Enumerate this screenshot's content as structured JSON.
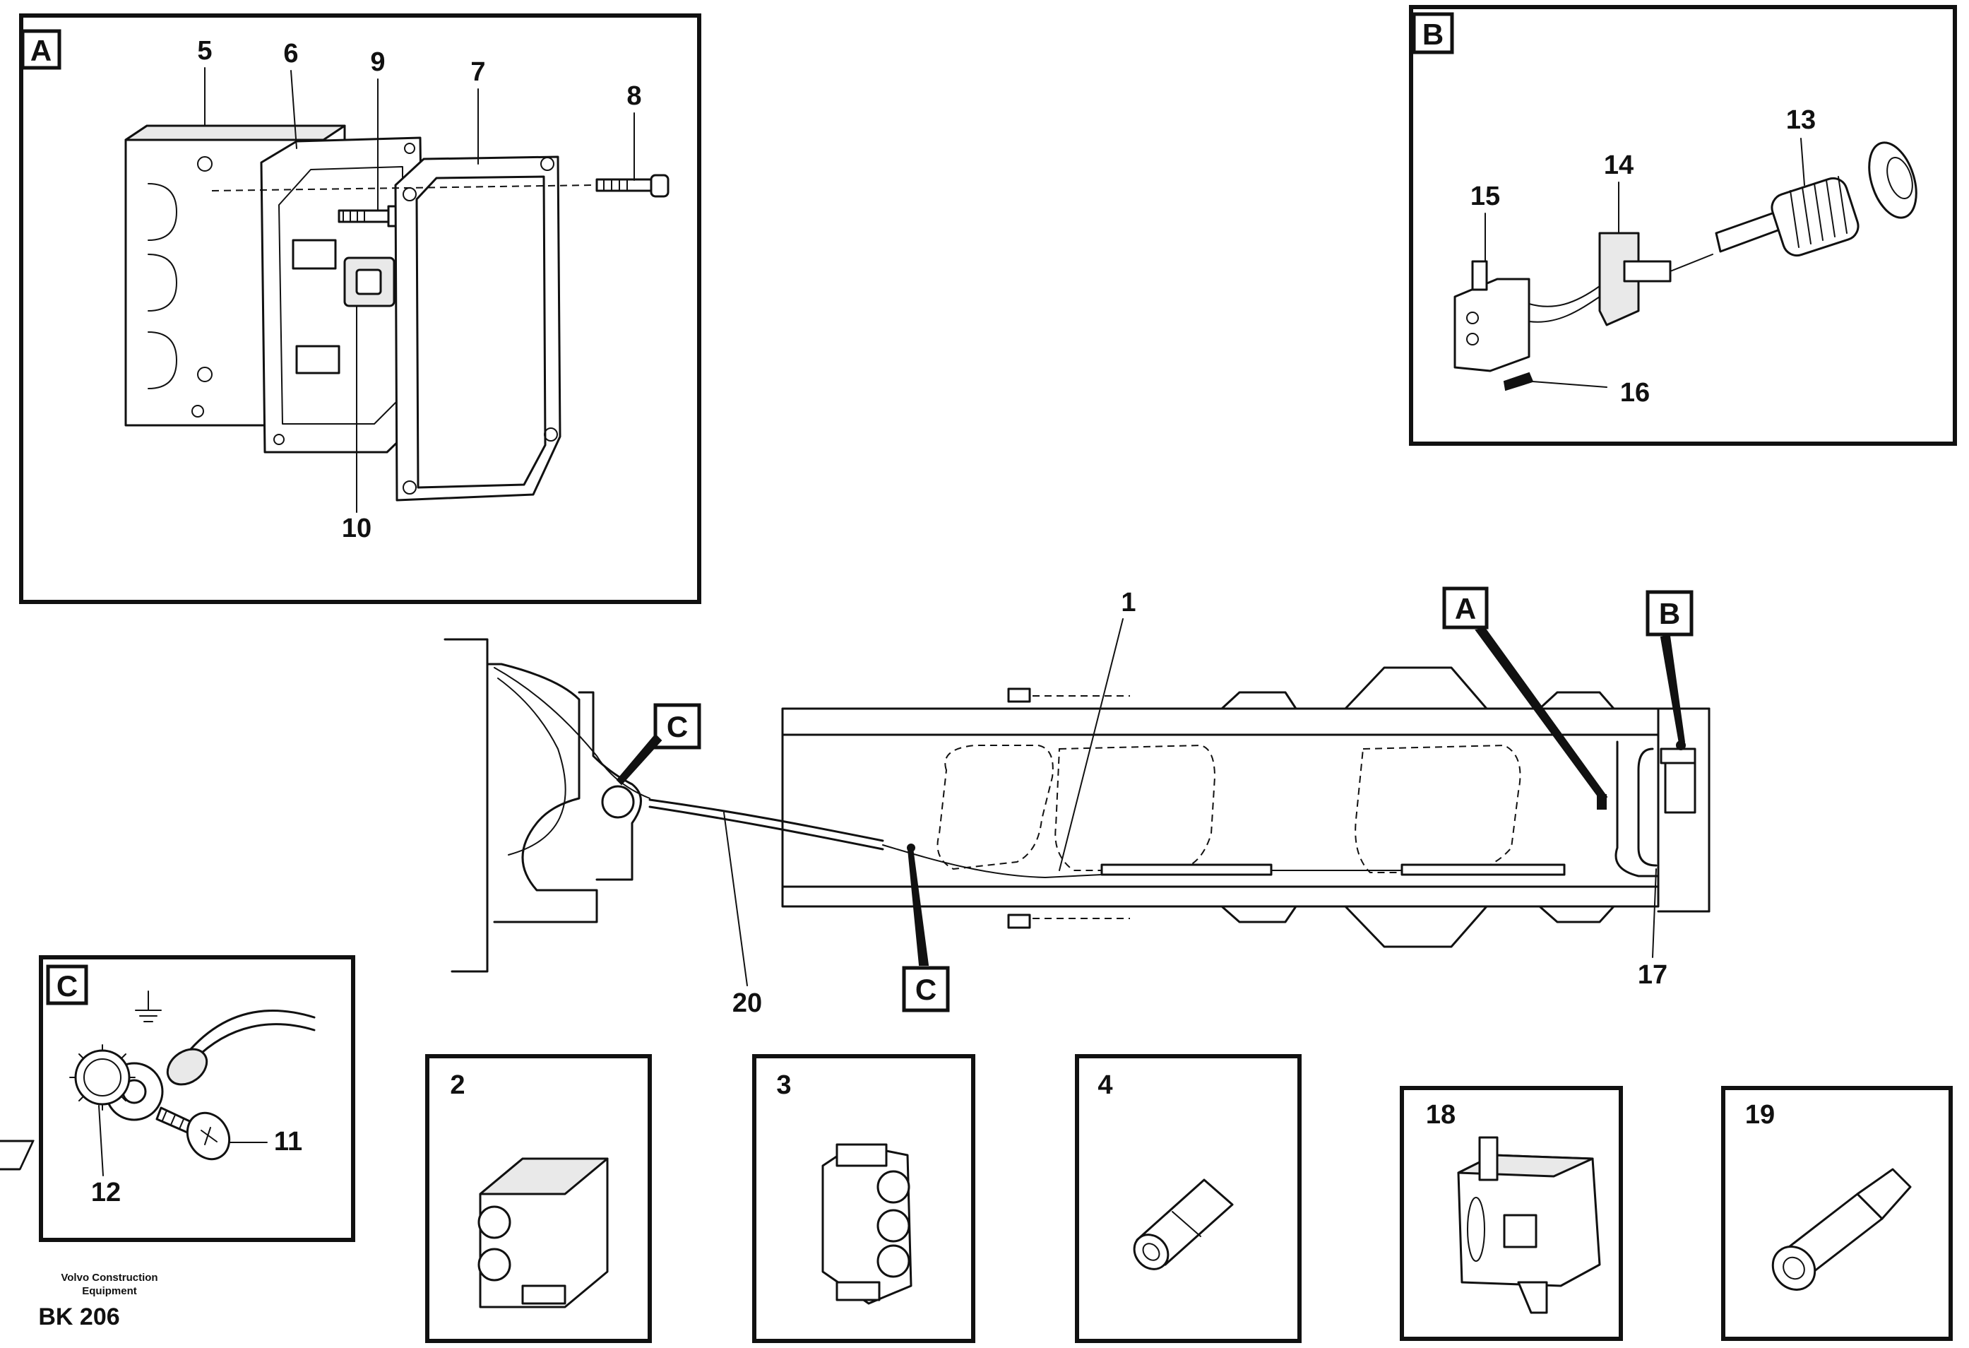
{
  "diagram": {
    "detail_tags": {
      "a": "A",
      "b": "B",
      "c": "C"
    },
    "callouts": {
      "p1": "1",
      "p2": "2",
      "p3": "3",
      "p4": "4",
      "p5": "5",
      "p6": "6",
      "p7": "7",
      "p8": "8",
      "p9": "9",
      "p10": "10",
      "p11": "11",
      "p12": "12",
      "p13": "13",
      "p14": "14",
      "p15": "15",
      "p16": "16",
      "p17": "17",
      "p18": "18",
      "p19": "19",
      "p20": "20"
    },
    "footer": {
      "company_line1": "Volvo Construction",
      "company_line2": "Equipment",
      "reference": "BK 206"
    }
  }
}
